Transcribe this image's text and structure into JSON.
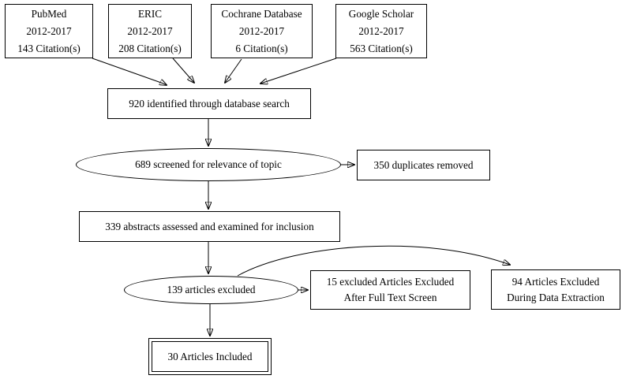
{
  "diagram": {
    "type": "prisma-flowchart",
    "background_color": "#ffffff",
    "stroke_color": "#000000",
    "sources": [
      {
        "name": "PubMed",
        "years": "2012-2017",
        "citations": "143 Citation(s)"
      },
      {
        "name": "ERIC",
        "years": "2012-2017",
        "citations": "208 Citation(s)"
      },
      {
        "name": "Cochrane Database",
        "years": "2012-2017",
        "citations": "6 Citation(s)"
      },
      {
        "name": "Google Scholar",
        "years": "2012-2017",
        "citations": "563 Citation(s)"
      }
    ],
    "nodes": {
      "identified": "920 identified through database search",
      "screened": "689 screened for relevance of topic",
      "duplicates_removed": "350 duplicates removed",
      "abstracts_assessed": "339 abstracts assessed and examined for inclusion",
      "articles_excluded": "139 articles excluded",
      "full_text_excluded": {
        "line1": "15 excluded Articles Excluded",
        "line2": "After Full Text Screen"
      },
      "data_extraction_excluded": {
        "line1": "94 Articles Excluded",
        "line2": "During Data Extraction"
      },
      "included": "30 Articles Included"
    }
  }
}
